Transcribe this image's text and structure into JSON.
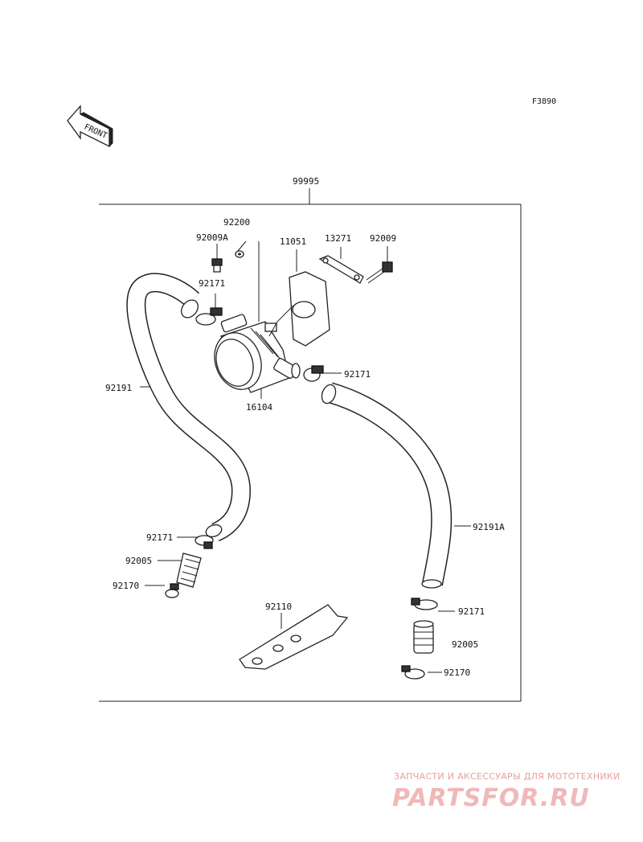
{
  "figure_code": "F3890",
  "front_label": "FRONT",
  "assembly_number": "99995",
  "parts": {
    "p92200": "92200",
    "p92009A": "92009A",
    "p11051": "11051",
    "p13271": "13271",
    "p92009": "92009",
    "p92171_top": "92171",
    "p92171_mid": "92171",
    "p16104": "16104",
    "p92191": "92191",
    "p92191A": "92191A",
    "p92171_left": "92171",
    "p92005_left": "92005",
    "p92170_left": "92170",
    "p92110": "92110",
    "p92171_right": "92171",
    "p92005_right": "92005",
    "p92170_right": "92170"
  },
  "watermark": {
    "tagline": "ЗАПЧАСТИ И АКСЕССУАРЫ ДЛЯ МОТОТЕХНИКИ",
    "site": "PARTSFOR.RU"
  },
  "colors": {
    "ink": "#222222",
    "watermark": "#f0b8b8"
  }
}
